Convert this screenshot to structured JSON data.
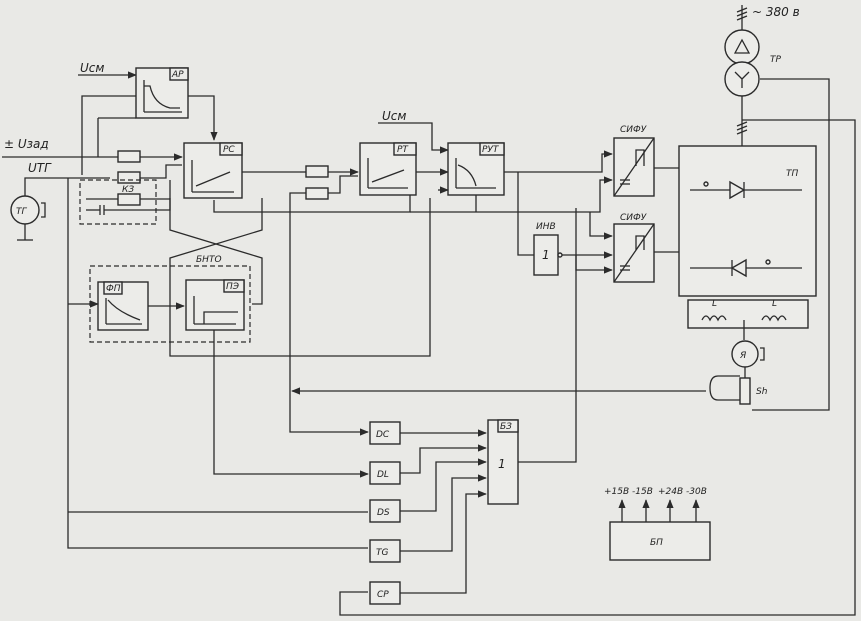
{
  "supply": {
    "voltage": "~ 380 в",
    "transformer": "ТР"
  },
  "inputs": {
    "ucm_top": "Uсм",
    "ucm_mid": "Uсм",
    "uzad": "± Uзад",
    "utg": "UТГ"
  },
  "blocks": {
    "tg": "ТГ",
    "ar": "АР",
    "rs": "РС",
    "kz": "КЗ",
    "bnto": "БНТО",
    "fp": "ФП",
    "pe": "ПЭ",
    "rt": "РТ",
    "rut": "РУТ",
    "inv": "ИНВ",
    "inv_num": "1",
    "sifu1": "СИФУ",
    "sifu2": "СИФУ",
    "tp": "ТП",
    "choke1": "L",
    "choke2": "L",
    "motor": "Я",
    "shunt": "Sh",
    "bz": "БЗ",
    "bz_num": "1",
    "bp": "БП"
  },
  "protection": [
    "DC",
    "DL",
    "DS",
    "TG",
    "CP"
  ],
  "bp_outputs": [
    "+15В",
    "-15В",
    "+24В",
    "-30В"
  ]
}
